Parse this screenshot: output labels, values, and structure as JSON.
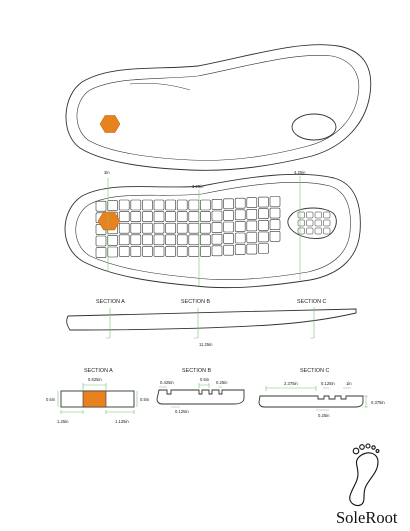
{
  "colors": {
    "line": "#333333",
    "dim_line": "#7bbf74",
    "accent": "#e8821e"
  },
  "top_view": {
    "width_markers": [
      "3in",
      "3.25in",
      "4.25in"
    ]
  },
  "side_view": {
    "section_labels": [
      "SECTION A",
      "SECTION B",
      "SECTION C"
    ],
    "length_label": "11.25in"
  },
  "section_a": {
    "title": "SECTION A",
    "dims": [
      "0.625in",
      "0.5in",
      "0.5in",
      "1.25in",
      "1.125in"
    ]
  },
  "section_b": {
    "title": "SECTION B",
    "dims": [
      "0.425in",
      "0.5in",
      "0.25in",
      "0.125in"
    ]
  },
  "section_c": {
    "title": "SECTION C",
    "dims": [
      "2.375in",
      "0.125in",
      "1in",
      "0.375in",
      "0.25in"
    ]
  },
  "brand": {
    "name": "SoleRoot",
    "logo": "footprint-logo-icon"
  }
}
